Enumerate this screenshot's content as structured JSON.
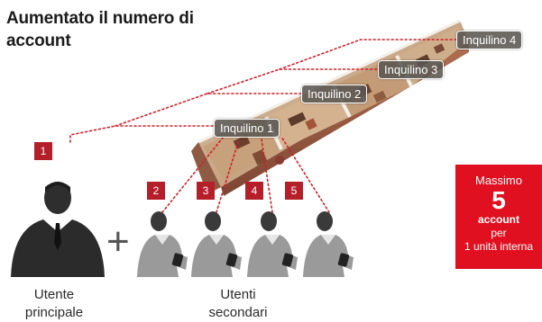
{
  "title": "Aumentato il numero di account",
  "tenants": [
    {
      "label": "Inquilino 4"
    },
    {
      "label": "Inquilino 3"
    },
    {
      "label": "Inquilino 2"
    },
    {
      "label": "Inquilino 1"
    }
  ],
  "badges": [
    "1",
    "2",
    "3",
    "4",
    "5"
  ],
  "plus_sign": "+",
  "main_user_caption": "Utente principale",
  "secondary_users_caption": "Utenti secondari",
  "max_box": {
    "line1": "Massimo",
    "number": "5",
    "line3": "account",
    "line4": "per",
    "line5": "1 unità interna"
  },
  "colors": {
    "badge": "#b41f2a",
    "max_box": "#e01020",
    "dotted_line": "#d0202a",
    "tenant_label_bg": "#5a5652"
  }
}
